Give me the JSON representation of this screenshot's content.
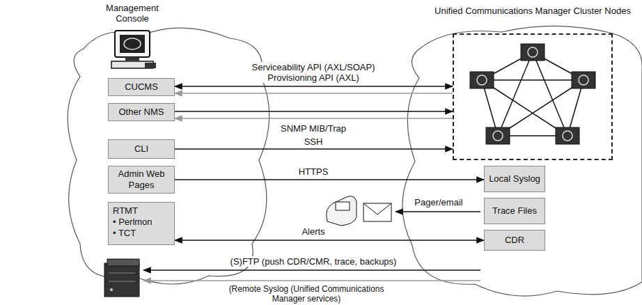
{
  "diagram": {
    "nodes": [
      {
        "text": [
          "CUCMS"
        ]
      },
      {
        "text": [
          "Other NMS"
        ]
      },
      {
        "text": [
          "CLI"
        ]
      },
      {
        "text": [
          "Admin Web Pages"
        ]
      },
      {
        "text": [
          "RTMT",
          "• Perlmon",
          "• TCT"
        ]
      },
      {
        "text": [
          "Unified Communications Manager Cluster Nodes"
        ]
      },
      {
        "text": [
          "Local Syslog"
        ]
      },
      {
        "text": [
          "Trace Files"
        ]
      },
      {
        "text": [
          "CDR"
        ]
      }
    ],
    "edges": [
      {
        "from": 0,
        "to": 5,
        "arrow": "both",
        "label": "Serviceability API (AXL/SOAP) Provisioning API (AXL)"
      },
      {
        "from": 5,
        "to": 0,
        "arrow": "to"
      },
      {
        "from": 1,
        "to": 5,
        "arrow": "to",
        "label": "SNMP MIB/Trap"
      },
      {
        "from": 5,
        "to": 1,
        "arrow": "to"
      },
      {
        "from": 2,
        "to": 5,
        "arrow": "to",
        "label": "SSH"
      },
      {
        "from": 3,
        "to": 6,
        "arrow": "to",
        "label": "HTTPS"
      },
      {
        "from": 4,
        "to": 8,
        "arrow": "both",
        "label": "Alerts"
      }
    ],
    "labels": [
      "Management Console",
      "Pager/email",
      "(S)FTP (push CDR/CMR, trace, backups)",
      "(Remote Syslog (Unified Communications Manager services)"
    ]
  }
}
